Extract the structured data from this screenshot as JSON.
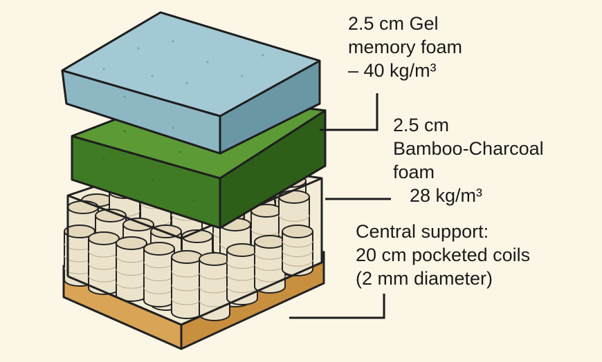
{
  "labels": {
    "gel": {
      "line1": "2.5 cm Gel",
      "line2": "memory foam",
      "line3": "– 40 kg/m³"
    },
    "bamboo": {
      "line1": "2.5 cm",
      "line2": "Bamboo-Charcoal",
      "line3": "foam",
      "line4": "28 kg/m³"
    },
    "coils": {
      "line1": "Central support:",
      "line2": "20 cm pocketed coils",
      "line3": "(2 mm diameter)"
    }
  },
  "colors": {
    "background": "#fbf6e6",
    "gel_foam": "#9cc3cf",
    "bamboo_foam": "#4c8a2c",
    "coil_fabric": "#ece3cc",
    "base": "#d9a456",
    "outline": "#222222"
  }
}
